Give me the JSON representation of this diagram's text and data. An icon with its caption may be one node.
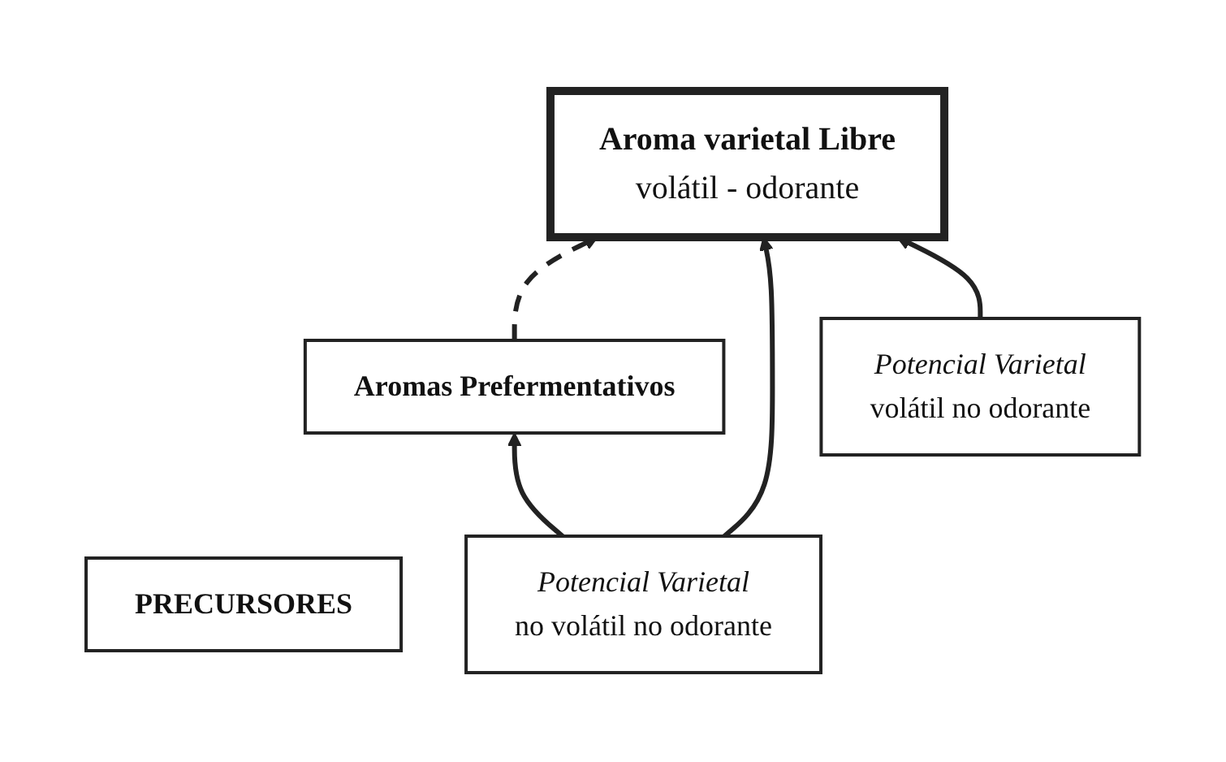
{
  "diagram": {
    "nodes": [
      {
        "text": [
          "Aroma varietal Libre",
          "volátil - odorante"
        ]
      },
      {
        "text": [
          "PRECURSORES"
        ]
      },
      {
        "text": [
          "Potencial Varietal",
          "no volátil no odorante"
        ]
      },
      {
        "text": [
          "Potencial Varietal",
          "volátil no odorante"
        ]
      },
      {
        "text": [
          "Aromas Prefermentativos"
        ]
      }
    ],
    "edges": [
      {
        "from": 4,
        "to": 0,
        "arrow": "to",
        "style": "dashed"
      },
      {
        "from": 2,
        "to": 0,
        "arrow": "to"
      },
      {
        "from": 3,
        "to": 0,
        "arrow": "to"
      },
      {
        "from": 2,
        "to": 4,
        "arrow": "to"
      }
    ]
  }
}
